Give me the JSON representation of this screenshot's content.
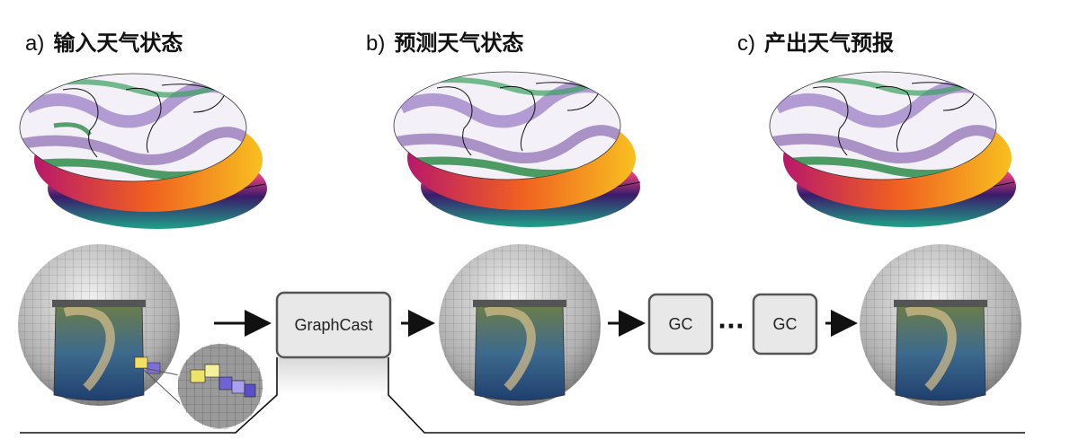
{
  "panels": [
    {
      "letter": "a)",
      "title": "输入天气状态"
    },
    {
      "letter": "b)",
      "title": "预测天气状态"
    },
    {
      "letter": "c)",
      "title": "产出天气预报"
    }
  ],
  "model_box": {
    "label": "GraphCast"
  },
  "gc_boxes": [
    {
      "label": "GC"
    },
    {
      "label": "GC"
    }
  ],
  "ellipsis": "···",
  "colors": {
    "land_line": "#111111",
    "green": "#2e8b4a",
    "purple": "#8a6ab0",
    "box_fill": "#e8e8e8",
    "box_stroke": "#555555"
  }
}
